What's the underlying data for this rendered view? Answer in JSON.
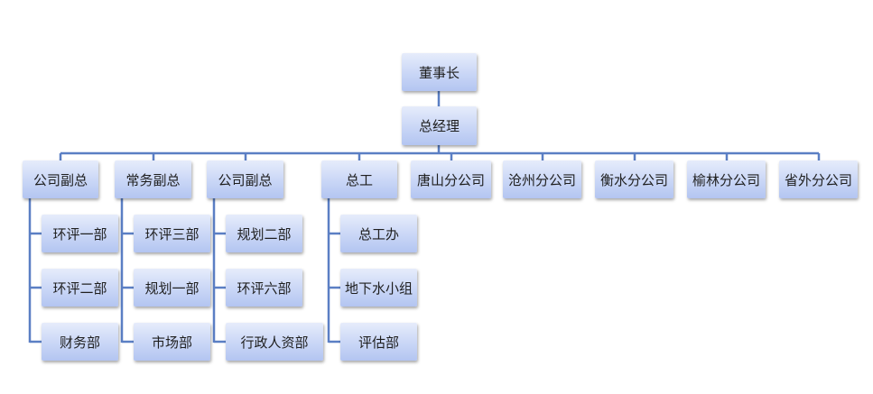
{
  "chart": {
    "root": "董事长",
    "gm": "总经理",
    "divisions": [
      {
        "label": "公司副总",
        "children": [
          "环评一部",
          "环评二部",
          "财务部"
        ]
      },
      {
        "label": "常务副总",
        "children": [
          "环评三部",
          "规划一部",
          "市场部"
        ]
      },
      {
        "label": "公司副总",
        "children": [
          "规划二部",
          "环评六部",
          "行政人资部"
        ]
      },
      {
        "label": "总工",
        "children": [
          "总工办",
          "地下水小组",
          "评估部"
        ]
      },
      {
        "label": "唐山分公司",
        "children": []
      },
      {
        "label": "沧州分公司",
        "children": []
      },
      {
        "label": "衡水分公司",
        "children": []
      },
      {
        "label": "榆林分公司",
        "children": []
      },
      {
        "label": "省外分公司",
        "children": []
      }
    ]
  },
  "colors": {
    "line": "#5b7fc4",
    "box_top": "#e6ecfb",
    "box_bottom": "#b3c5f1"
  }
}
